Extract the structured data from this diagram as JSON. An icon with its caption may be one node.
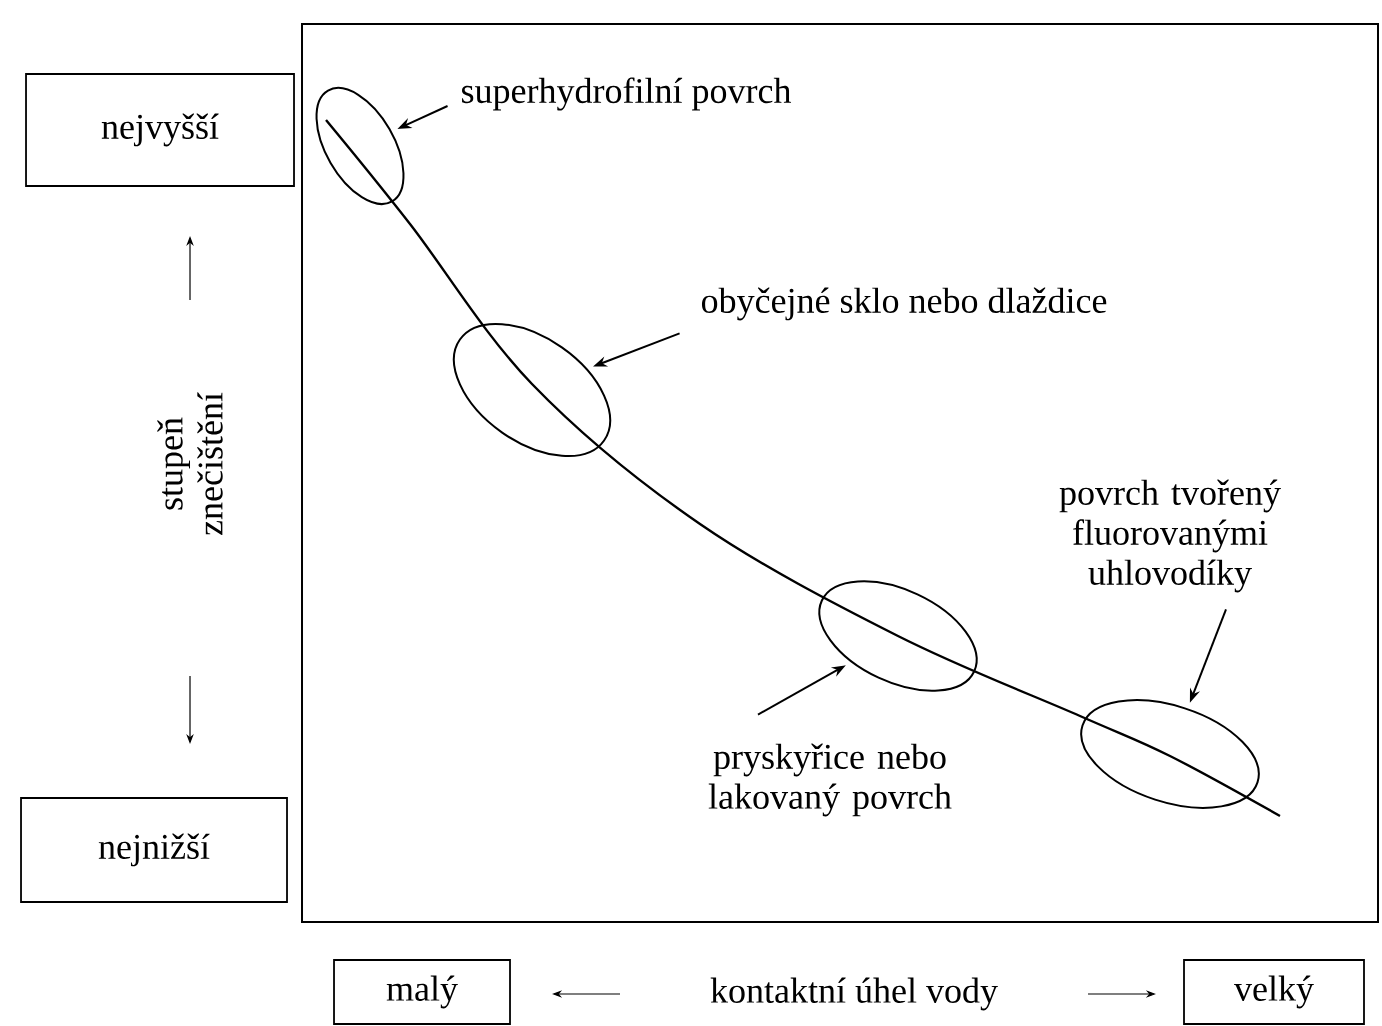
{
  "diagram": {
    "nodes": [
      {
        "text": [
          "nejvyšší"
        ]
      },
      {
        "text": [
          "superhydrofilní povrch"
        ]
      },
      {
        "text": [],
        "shape": "ellipse"
      },
      {
        "text": [
          "obyčejné sklo nebo dlaždice"
        ]
      },
      {
        "text": [],
        "shape": "ellipse"
      },
      {
        "text": [],
        "shape": "ellipse"
      },
      {
        "text": [
          "povrch tvořený fluorovanými uhlovodíky"
        ]
      },
      {
        "text": [
          "pryskyřice nebo lakovaný povrch"
        ]
      },
      {
        "text": [],
        "shape": "ellipse"
      },
      {
        "text": [
          "nejnižší"
        ]
      },
      {
        "text": [
          "malý"
        ]
      },
      {
        "text": [
          "velký"
        ]
      }
    ],
    "edges": [
      {
        "from": 1,
        "to": 2,
        "arrow": "to"
      },
      {
        "from": 3,
        "to": 4,
        "arrow": "to"
      },
      {
        "from": 7,
        "to": 5,
        "arrow": "to"
      },
      {
        "from": 6,
        "to": 8,
        "arrow": "to"
      }
    ],
    "labels": [
      "stupeň znečištění",
      "kontaktní úhel vody"
    ]
  }
}
